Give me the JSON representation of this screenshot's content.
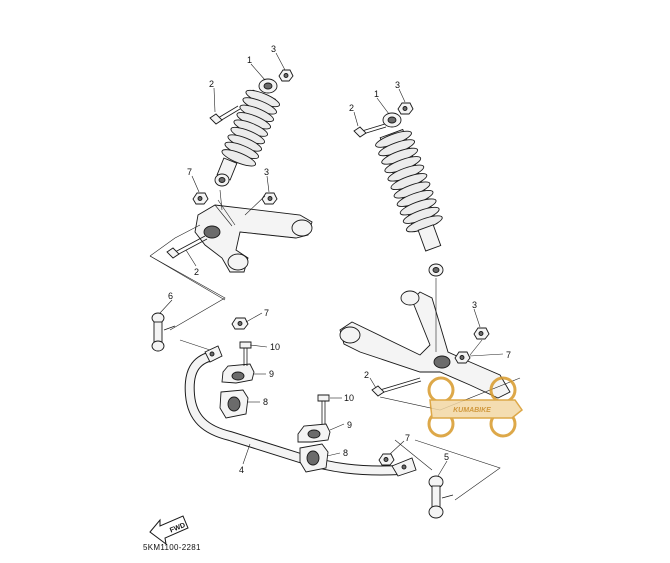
{
  "diagram": {
    "part_code": "5KM1100-2281",
    "fwd_label": "FWD",
    "watermark_text": "KUMABIKE",
    "callouts": {
      "left_1": "1",
      "left_2_top": "2",
      "left_3_top": "3",
      "left_7": "7",
      "left_3_mid": "3",
      "left_2_bottom": "2",
      "right_1": "1",
      "right_2_top": "2",
      "right_3_top": "3",
      "right_3_mid": "3",
      "right_7": "7",
      "right_2_mid": "2",
      "stab_6": "6",
      "stab_7_left": "7",
      "stab_10_left": "10",
      "stab_9_left": "9",
      "stab_8_left": "8",
      "stab_4": "4",
      "stab_10_right": "10",
      "stab_9_right": "9",
      "stab_8_right": "8",
      "stab_7_right": "7",
      "stab_5": "5"
    },
    "colors": {
      "line": "#1a1a1a",
      "watermark": "#d89a2a",
      "background": "#ffffff"
    }
  }
}
